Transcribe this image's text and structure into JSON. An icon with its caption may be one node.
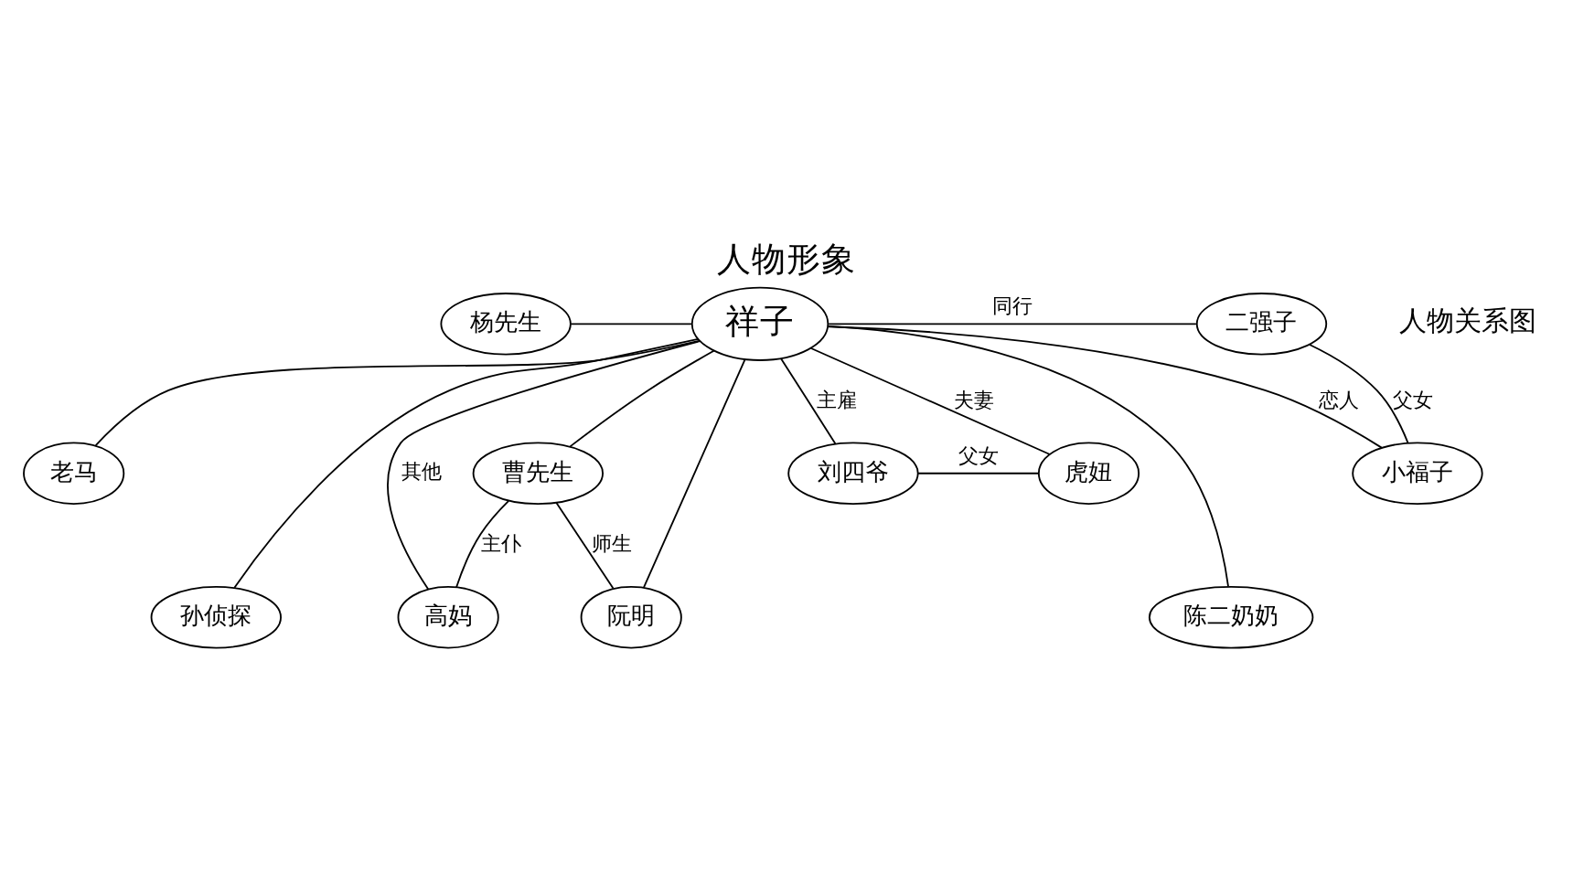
{
  "diagram": {
    "title": "人物形象",
    "nodes": [
      {
        "text": [
          "祥子"
        ]
      },
      {
        "text": [
          "虎妞"
        ]
      },
      {
        "text": [
          "刘四爷"
        ]
      },
      {
        "text": [
          "小福子"
        ]
      },
      {
        "text": [
          "二强子"
        ]
      },
      {
        "text": [
          "老马"
        ]
      },
      {
        "text": [
          "杨先生"
        ]
      },
      {
        "text": [
          "曹先生"
        ]
      },
      {
        "text": [
          "高妈"
        ]
      },
      {
        "text": [
          "阮明"
        ]
      },
      {
        "text": [
          "孙侦探"
        ]
      },
      {
        "text": [
          "陈二奶奶"
        ]
      }
    ],
    "edges": [
      {
        "from": 2,
        "to": 1,
        "arrow": "none",
        "label": "父女"
      },
      {
        "from": 1,
        "to": 0,
        "arrow": "none",
        "label": "夫妻"
      },
      {
        "from": 0,
        "to": 3,
        "arrow": "none",
        "label": "恋人"
      },
      {
        "from": 3,
        "to": 4,
        "arrow": "none",
        "label": "父女"
      },
      {
        "from": 0,
        "to": 4,
        "arrow": "none",
        "label": "同行"
      },
      {
        "from": 0,
        "to": 5,
        "arrow": "none"
      },
      {
        "from": 2,
        "to": 0,
        "arrow": "none",
        "label": "主雇"
      },
      {
        "from": 6,
        "to": 0,
        "arrow": "none"
      },
      {
        "from": 7,
        "to": 0,
        "arrow": "none"
      },
      {
        "from": 7,
        "to": 8,
        "arrow": "none",
        "label": "主仆"
      },
      {
        "from": 7,
        "to": 9,
        "arrow": "none",
        "label": "师生"
      },
      {
        "from": 0,
        "to": 8,
        "arrow": "none",
        "label": "其他"
      },
      {
        "from": 0,
        "to": 9,
        "arrow": "none"
      },
      {
        "from": 0,
        "to": 10,
        "arrow": "none"
      },
      {
        "from": 0,
        "to": 11,
        "arrow": "none"
      }
    ],
    "labels": [
      "人物关系图"
    ]
  }
}
